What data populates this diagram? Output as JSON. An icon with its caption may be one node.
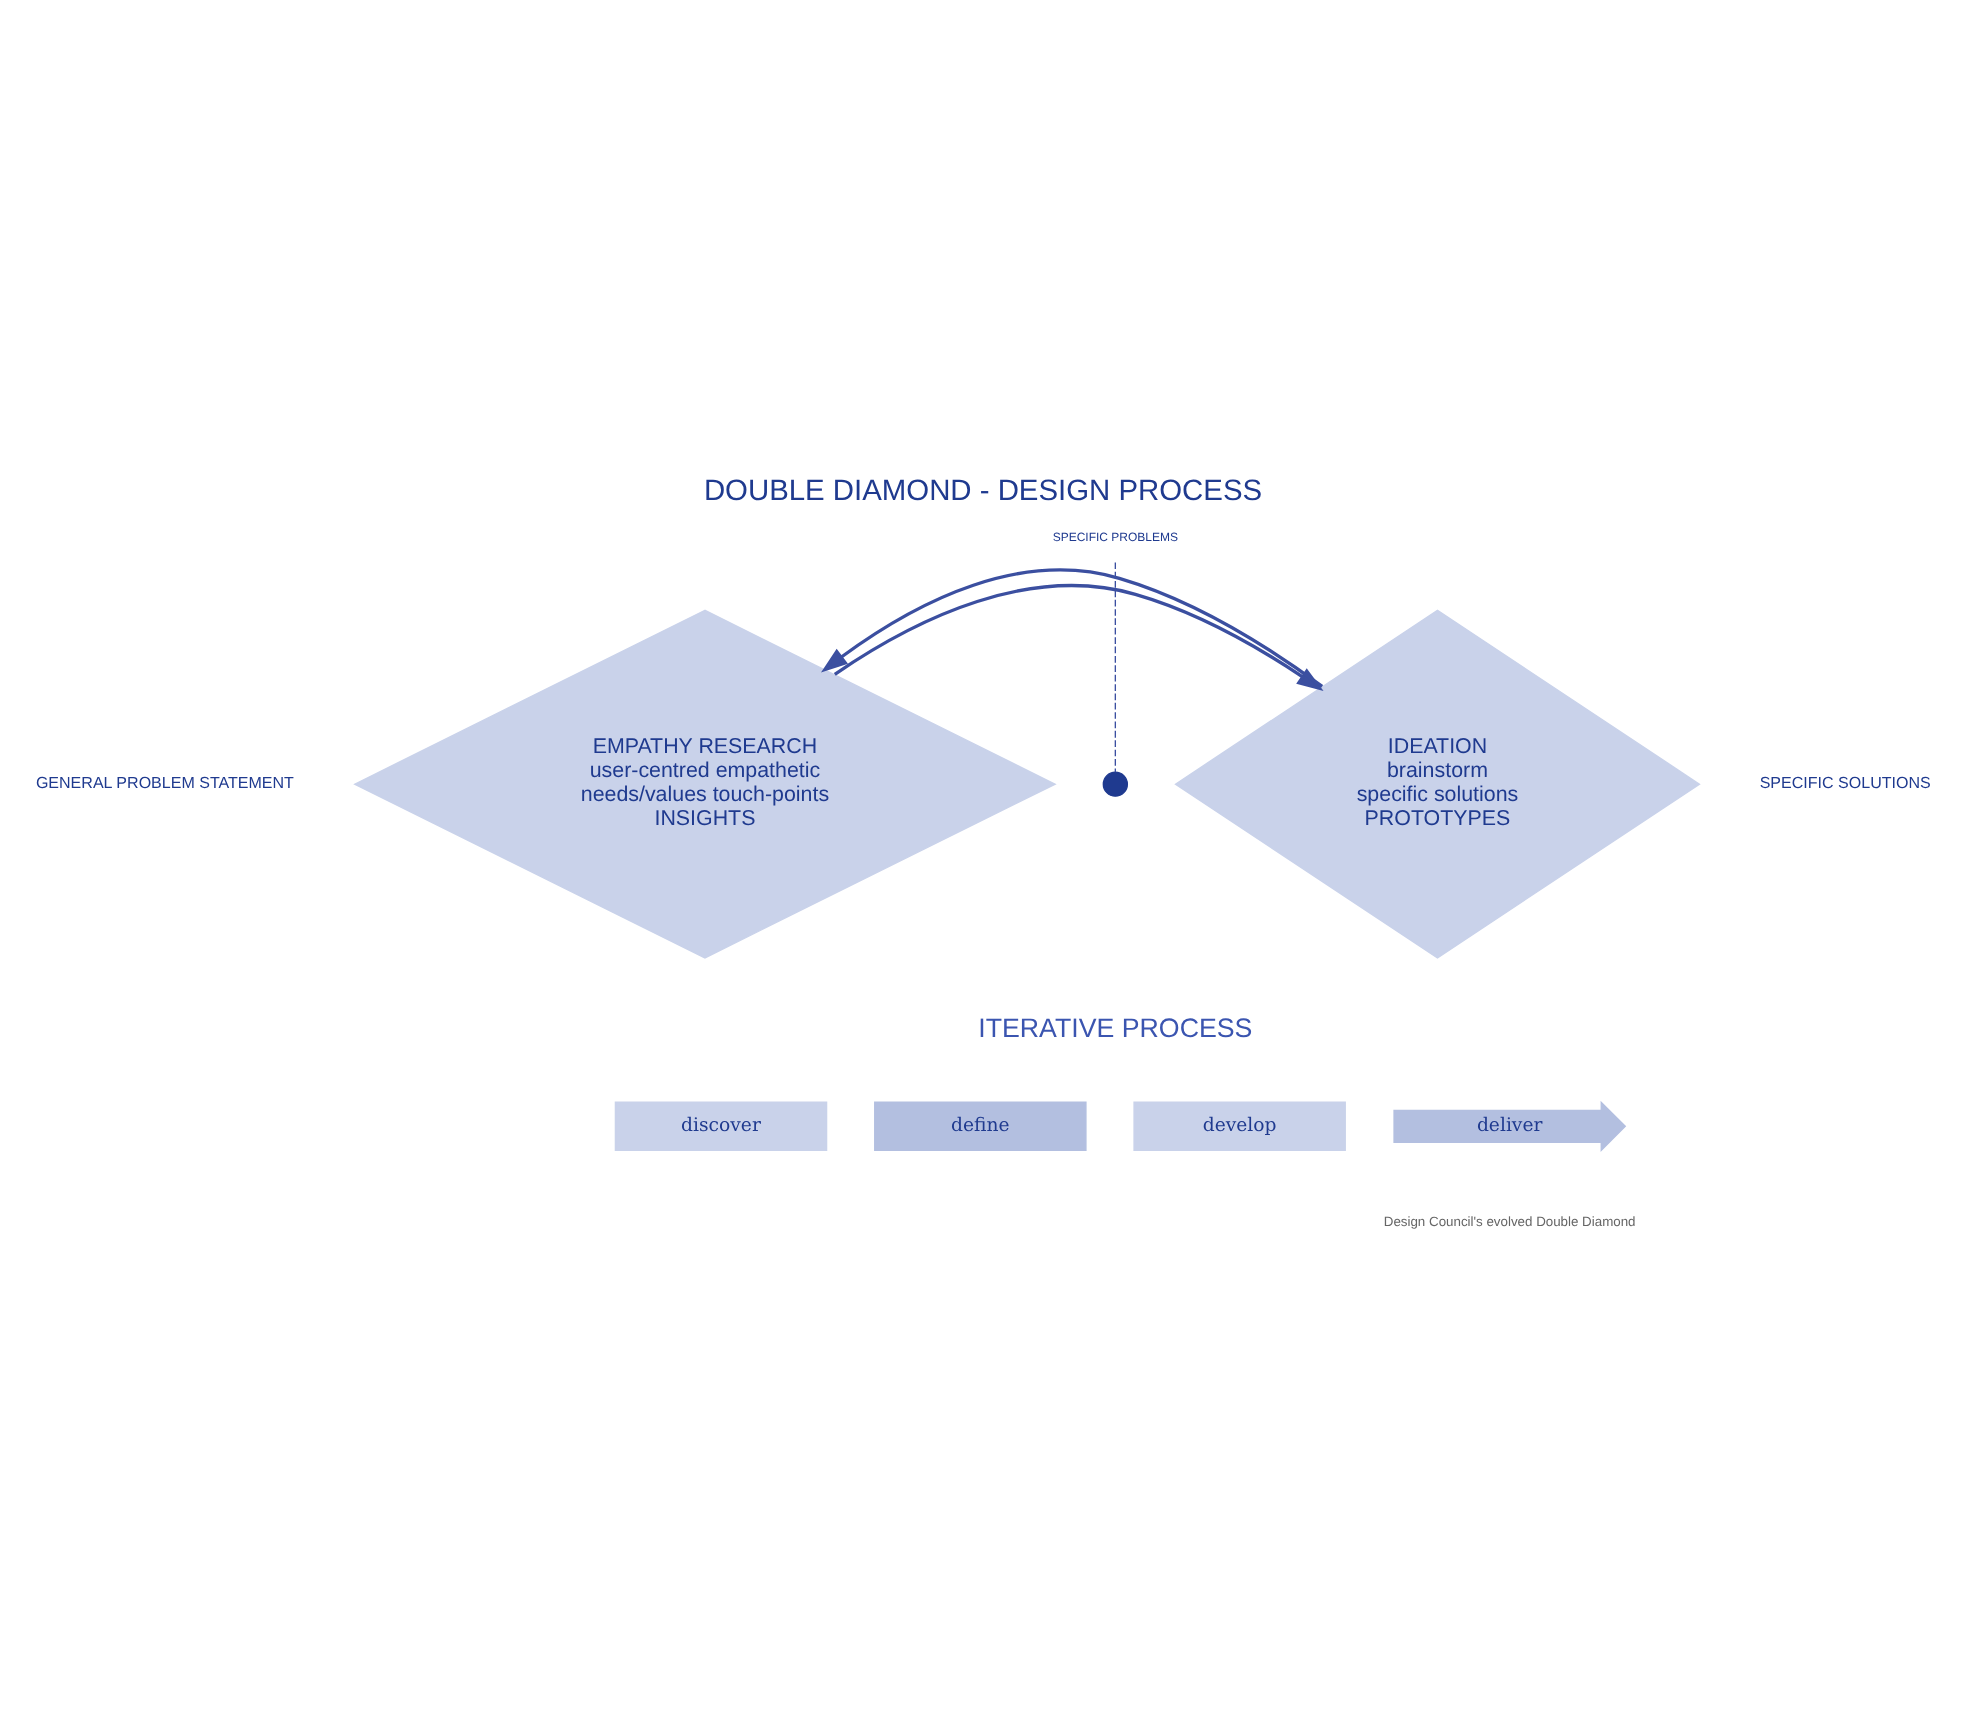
{
  "diagram": {
    "title": "DOUBLE DIAMOND - DESIGN PROCESS",
    "caption": "Design Council's evolved Double Diamond",
    "nodes": [
      {
        "text": [
          "EMPATHY RESEARCH",
          "user-centred empathetic",
          "needs/values touch-points",
          "INSIGHTS"
        ]
      },
      {
        "text": [
          "SPECIFIC PROBLEMS"
        ]
      },
      {
        "text": [],
        "shape": "circle"
      },
      {
        "text": [
          "IDEATION",
          "brainstorm",
          "specific solutions",
          "PROTOTYPES"
        ]
      },
      {
        "text": [
          "discover"
        ]
      },
      {
        "text": [
          "define"
        ]
      },
      {
        "text": [
          "develop"
        ]
      },
      {
        "text": [
          "deliver"
        ]
      }
    ],
    "edges": [
      {
        "from": 0,
        "to": 3,
        "arrow": "to"
      },
      {
        "from": 3,
        "to": 0,
        "arrow": "to"
      },
      {
        "from": 1,
        "to": 2,
        "arrow": "none",
        "style": "dashed"
      }
    ],
    "labels": [
      "GENERAL PROBLEM STATEMENT",
      "SPECIFIC SOLUTIONS",
      "ITERATIVE PROCESS"
    ]
  }
}
